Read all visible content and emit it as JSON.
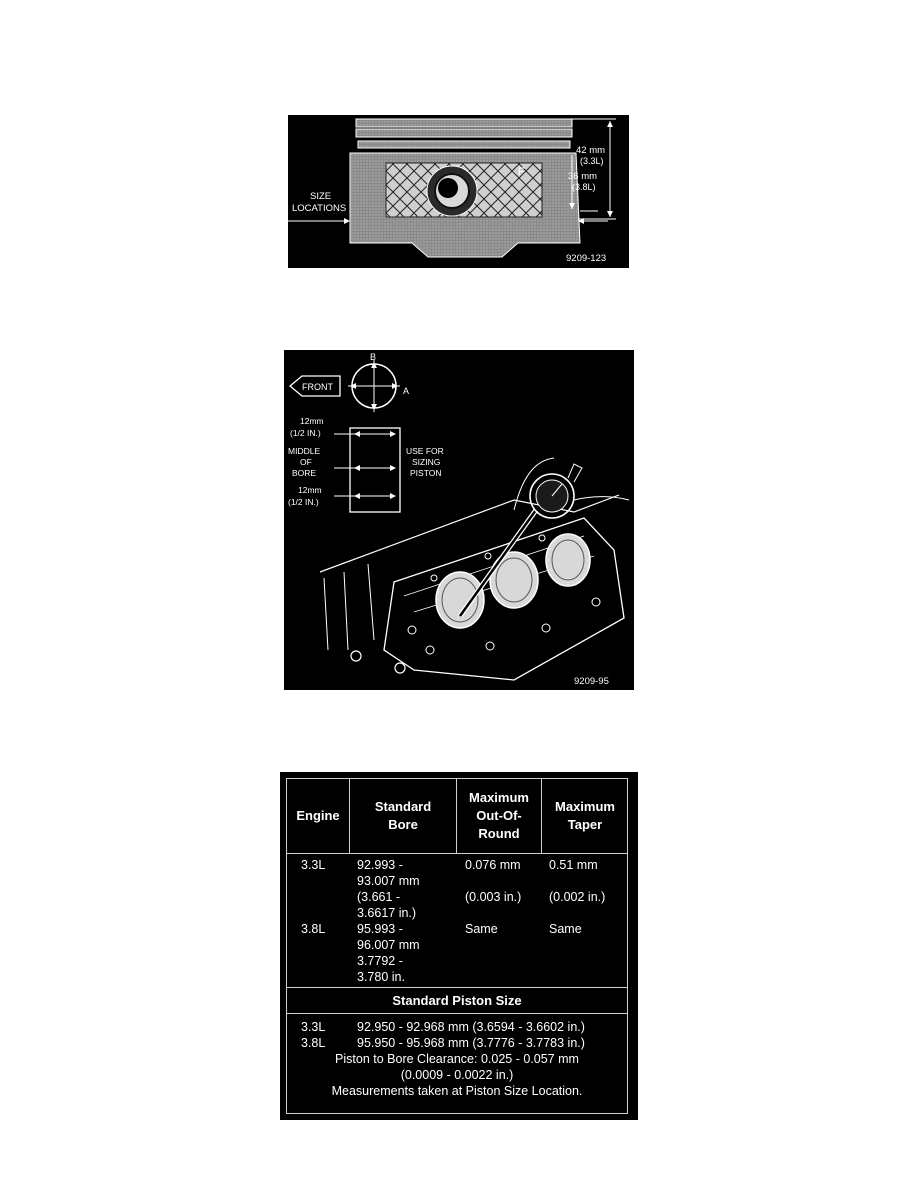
{
  "figure1": {
    "dim_42": "42 mm",
    "dim_42_engine": "(3.3L)",
    "dim_36": "36 mm",
    "dim_36_engine": "(3.8L)",
    "size_label_1": "SIZE",
    "size_label_2": "LOCATIONS",
    "face_mark": "F",
    "code": "9209-123"
  },
  "figure2": {
    "front": "FRONT",
    "axis_a": "A",
    "axis_b": "B",
    "top_dim_1": "12mm",
    "top_dim_2": "(1/2 IN.)",
    "middle_1": "MIDDLE",
    "middle_2": "OF",
    "middle_3": "BORE",
    "use_1": "USE FOR",
    "use_2": "SIZING",
    "use_3": "PISTON",
    "bot_dim_1": "12mm",
    "bot_dim_2": "(1/2 IN.)",
    "code": "9209-95"
  },
  "table": {
    "headers": {
      "engine": "Engine",
      "bore_1": "Standard",
      "bore_2": "Bore",
      "oor_1": "Maximum",
      "oor_2": "Out-Of-",
      "oor_3": "Round",
      "taper_1": "Maximum",
      "taper_2": "Taper"
    },
    "row1": {
      "engine": "3.3L",
      "bore_1": "92.993 -",
      "bore_2": "93.007 mm",
      "bore_3": "(3.661 -",
      "bore_4": "3.6617 in.)",
      "oor_1": "0.076 mm",
      "oor_2": "(0.003 in.)",
      "taper_1": "0.51 mm",
      "taper_2": "(0.002 in.)"
    },
    "row2": {
      "engine": "3.8L",
      "bore_1": "95.993 -",
      "bore_2": "96.007 mm",
      "bore_3": "3.7792 -",
      "bore_4": "3.780 in.",
      "oor": "Same",
      "taper": "Same"
    },
    "section_title": "Standard Piston Size",
    "size_1_engine": "3.3L",
    "size_1_value": "92.950 - 92.968 mm (3.6594 - 3.6602 in.)",
    "size_2_engine": "3.8L",
    "size_2_value": "95.950 - 95.968 mm (3.7776 - 3.7783 in.)",
    "clearance_1": "Piston to Bore Clearance: 0.025 - 0.057 mm",
    "clearance_2": "(0.0009 - 0.0022 in.)",
    "note": "Measurements taken at Piston Size Location."
  }
}
